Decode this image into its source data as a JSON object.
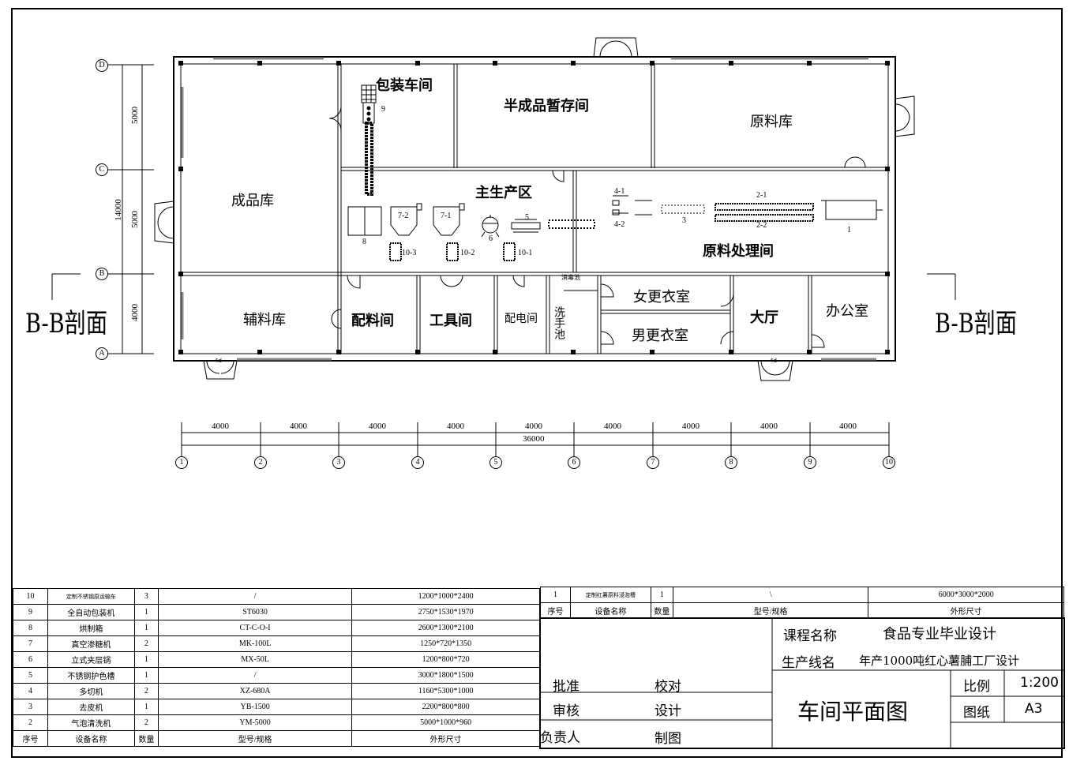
{
  "sections": {
    "left": "B-B剖面",
    "right": "B-B剖面"
  },
  "rooms": {
    "packaging": "包装车间",
    "semi": "半成品暂存间",
    "raw_store": "原料库",
    "finished": "成品库",
    "main": "主生产区",
    "raw_proc": "原料处理间",
    "aux": "辅料库",
    "mixing": "配料间",
    "tools": "工具间",
    "power": "配电间",
    "wash": "洗手池",
    "disinfect": "消毒池",
    "female": "女更衣室",
    "male": "男更衣室",
    "hall": "大厅",
    "office": "办公室"
  },
  "equipment_marks": {
    "m9": "9",
    "m8": "8",
    "m72": "7-2",
    "m71": "7-1",
    "m6": "6",
    "m5": "5",
    "m103": "10-3",
    "m102": "10-2",
    "m101": "10-1",
    "m41": "4-1",
    "m42": "4-2",
    "m3": "3",
    "m21": "2-1",
    "m22": "2-2",
    "m1": "1",
    "door_a": "4d",
    "door_b": "4d"
  },
  "dims_v": {
    "d1": "5000",
    "d2": "5000",
    "d3": "4000",
    "total": "14000"
  },
  "dims_h": {
    "bay": "4000",
    "total": "36000"
  },
  "axes_v": [
    "D",
    "C",
    "B",
    "A"
  ],
  "axes_h": [
    "1",
    "2",
    "3",
    "4",
    "5",
    "6",
    "7",
    "8",
    "9",
    "10"
  ],
  "equip_table": {
    "rows": [
      {
        "no": "10",
        "name": "定制不锈钢原运输车",
        "qty": "3",
        "model": "/",
        "size": "1200*1000*2400"
      },
      {
        "no": "9",
        "name": "全自动包装机",
        "qty": "1",
        "model": "ST6030",
        "size": "2750*1530*1970"
      },
      {
        "no": "8",
        "name": "烘制箱",
        "qty": "1",
        "model": "CT-C-O-I",
        "size": "2600*1300*2100"
      },
      {
        "no": "7",
        "name": "真空渗糖机",
        "qty": "2",
        "model": "MK-100L",
        "size": "1250*720*1350"
      },
      {
        "no": "6",
        "name": "立式夹层锅",
        "qty": "1",
        "model": "MX-50L",
        "size": "1200*800*720"
      },
      {
        "no": "5",
        "name": "不锈钢护色槽",
        "qty": "1",
        "model": "/",
        "size": "3000*1800*1500"
      },
      {
        "no": "4",
        "name": "多切机",
        "qty": "2",
        "model": "XZ-680A",
        "size": "1160*5300*1000"
      },
      {
        "no": "3",
        "name": "去皮机",
        "qty": "1",
        "model": "YB-1500",
        "size": "2200*800*800"
      },
      {
        "no": "2",
        "name": "气泡清洗机",
        "qty": "2",
        "model": "YM-5000",
        "size": "5000*1000*960"
      }
    ],
    "header": {
      "no": "序号",
      "name": "设备名称",
      "qty": "数量",
      "model": "型号/规格",
      "size": "外形尺寸"
    }
  },
  "equip_table2": {
    "row": {
      "no": "1",
      "name": "定制红薯原料浸泡槽",
      "qty": "1",
      "model": "\\",
      "size": "6000*3000*2000"
    },
    "header": {
      "no": "序号",
      "name": "设备名称",
      "qty": "数量",
      "model": "型号/规格",
      "size": "外形尺寸"
    }
  },
  "title_block": {
    "course_label": "课程名称",
    "course_value": "食品专业毕业设计",
    "line_label": "生产线名",
    "line_value": "年产1000吨红心薯脯工厂设计",
    "approve": "批准",
    "check": "校对",
    "review": "审核",
    "design": "设计",
    "lead": "负责人",
    "draw": "制图",
    "title": "车间平面图",
    "scale_label": "比例",
    "scale_value": "1:200",
    "paper_label": "图纸",
    "paper_value": "A3"
  }
}
